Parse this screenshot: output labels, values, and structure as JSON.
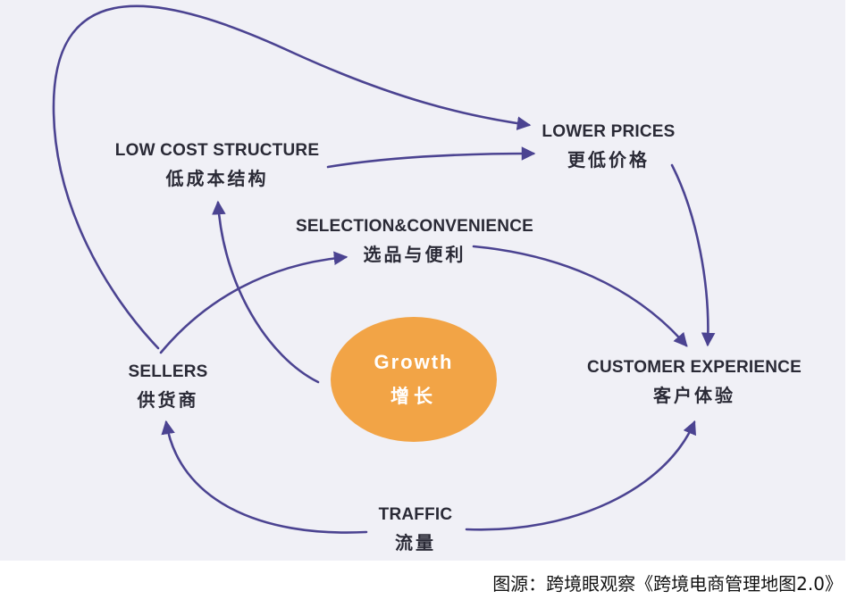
{
  "nodes": {
    "low_cost": {
      "en": "LOW COST STRUCTURE",
      "zh": "低成本结构"
    },
    "lower_prices": {
      "en": "LOWER PRICES",
      "zh": "更低价格"
    },
    "selection": {
      "en": "SELECTION&CONVENIENCE",
      "zh": "选品与便利"
    },
    "sellers": {
      "en": "SELLERS",
      "zh": "供货商"
    },
    "customer": {
      "en": "CUSTOMER EXPERIENCE",
      "zh": "客户体验"
    },
    "traffic": {
      "en": "TRAFFIC",
      "zh": "流量"
    },
    "growth": {
      "en": "Growth",
      "zh": "增长"
    }
  },
  "caption": "图源：跨境眼观察《跨境电商管理地图2.0》",
  "colors": {
    "background": "#f0f0f6",
    "arrow": "#4b4391",
    "growth_fill": "#f2a446",
    "text": "#2a2a36"
  }
}
